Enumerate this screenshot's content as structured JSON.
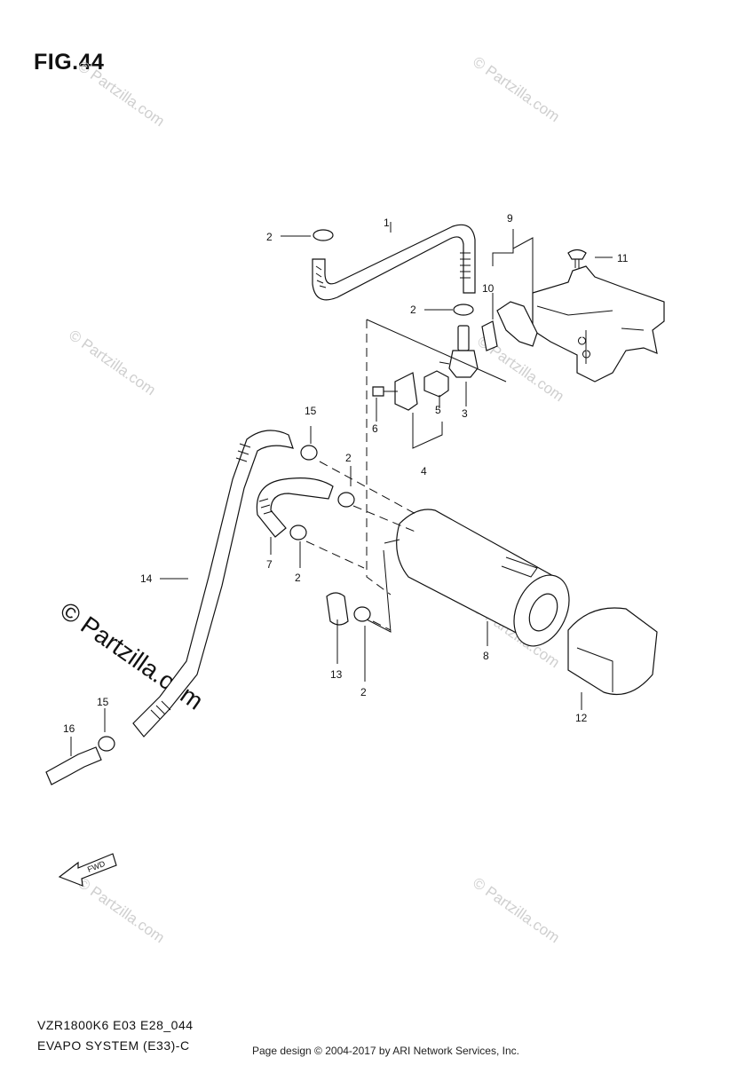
{
  "figure": {
    "title": "FIG.44",
    "model_code": "VZR1800K6 E03 E28_044",
    "section_name": "EVAPO SYSTEM (E33)-C",
    "footer": "Page design © 2004-2017 by ARI Network Services, Inc.",
    "fwd_label": "FWD"
  },
  "watermark": {
    "text": "© Partzilla.com"
  },
  "callouts": {
    "c1": "1",
    "c2a": "2",
    "c2b": "2",
    "c2c": "2",
    "c2d": "2",
    "c2e": "2",
    "c3": "3",
    "c4": "4",
    "c5": "5",
    "c6": "6",
    "c7": "7",
    "c8": "8",
    "c9": "9",
    "c10": "10",
    "c11": "11",
    "c12": "12",
    "c13": "13",
    "c14": "14",
    "c15a": "15",
    "c15b": "15",
    "c16": "16"
  }
}
